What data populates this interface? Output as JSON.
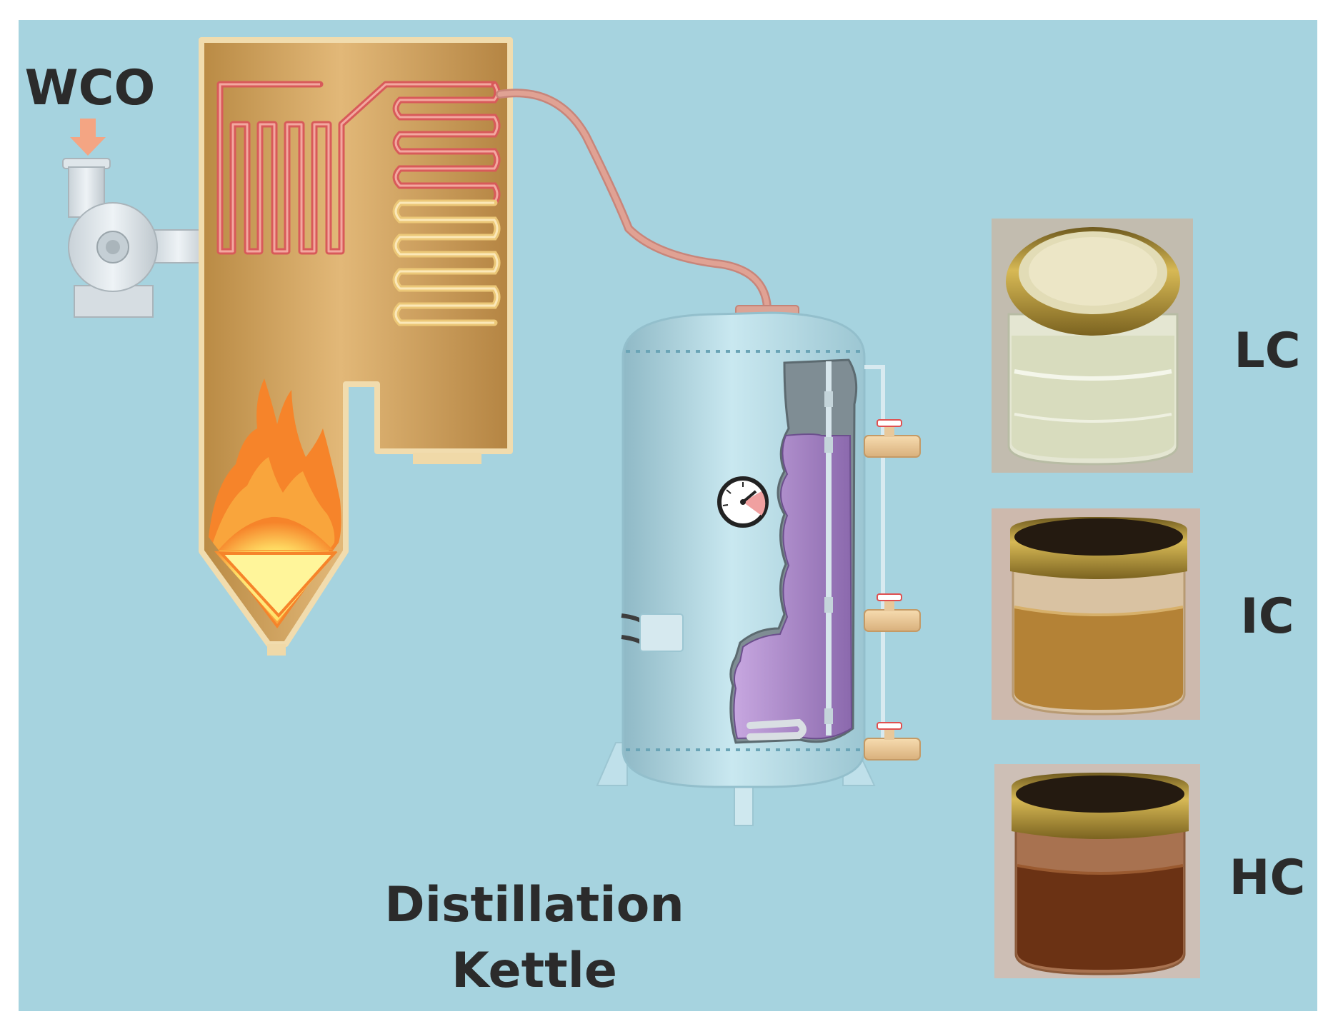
{
  "labels": {
    "feed": "WCO",
    "kettle_line1": "Distillation",
    "kettle_line2": "Kettle",
    "sample_light": "LC",
    "sample_intermediate": "IC",
    "sample_heavy": "HC"
  },
  "colors": {
    "background": "#a6d3df",
    "furnace": "#c89e58",
    "coil_hot": "#d85a5a",
    "coil_warm": "#ecc878",
    "tank": "#b4dbe6",
    "liquid": "#a789c4",
    "pipe": "#e0a294",
    "flame_outer": "#f6842a",
    "flame_core": "#fff6a0",
    "jar_light_liquid": "#d8dcbe",
    "jar_intermediate_liquid": "#b48236",
    "jar_heavy_liquid": "#6b3214"
  },
  "icons": [
    "arrow-down-icon",
    "pump-icon",
    "pressure-gauge-icon",
    "flame-icon",
    "valve-icon",
    "jar-icon"
  ]
}
